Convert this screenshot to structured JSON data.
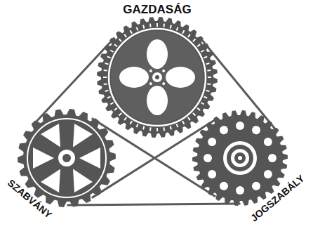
{
  "diagram": {
    "nodes": [
      {
        "text": [
          "GAZDASÁG"
        ]
      },
      {
        "text": [
          "SZABVÁNY"
        ]
      },
      {
        "text": [
          "JOGSZABÁLY"
        ]
      }
    ],
    "edges": [
      {
        "from": 0,
        "to": 1,
        "arrow": "none"
      },
      {
        "from": 0,
        "to": 2,
        "arrow": "none"
      },
      {
        "from": 1,
        "to": 2,
        "arrow": "none"
      },
      {
        "from": 1,
        "to": 2,
        "arrow": "none"
      },
      {
        "from": 1,
        "to": 2,
        "arrow": "none"
      }
    ]
  }
}
